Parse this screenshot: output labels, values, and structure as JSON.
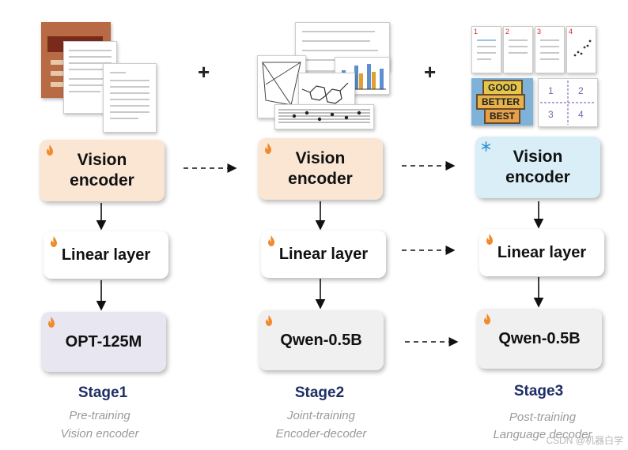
{
  "columns": [
    {
      "vision_encoder": "Vision\nencoder",
      "linear": "Linear layer",
      "llm": "OPT-125M",
      "stage": "Stage1",
      "subtitle_line1": "Pre-training",
      "subtitle_line2": "Vision encoder"
    },
    {
      "vision_encoder": "Vision\nencoder",
      "linear": "Linear layer",
      "llm": "Qwen-0.5B",
      "stage": "Stage2",
      "subtitle_line1": "Joint-training",
      "subtitle_line2": "Encoder-decoder"
    },
    {
      "vision_encoder": "Vision\nencoder",
      "linear": "Linear layer",
      "llm": "Qwen-0.5B",
      "stage": "Stage3",
      "subtitle_line1": "Post-training",
      "subtitle_line2": "Language decoder"
    }
  ],
  "plus_sign": "+",
  "page_numbers": [
    "1",
    "2",
    "3",
    "4"
  ],
  "crop_quadrants": [
    "1",
    "2",
    "3",
    "4"
  ],
  "sign_words": [
    "GOOD",
    "BETTER",
    "BEST"
  ],
  "icons": {
    "trainable": "fire-icon",
    "frozen": "snowflake-icon"
  },
  "colors": {
    "vision_encoder_trainable": "#fbe6d4",
    "vision_encoder_frozen": "#d9eef6",
    "opt_box": "#e8e6f1",
    "qwen_box": "#f0f0f0",
    "stage_text": "#1f2f66",
    "fire": "#f08a2c",
    "snowflake": "#2a8fd0"
  },
  "watermark": "CSDN @机器白学"
}
